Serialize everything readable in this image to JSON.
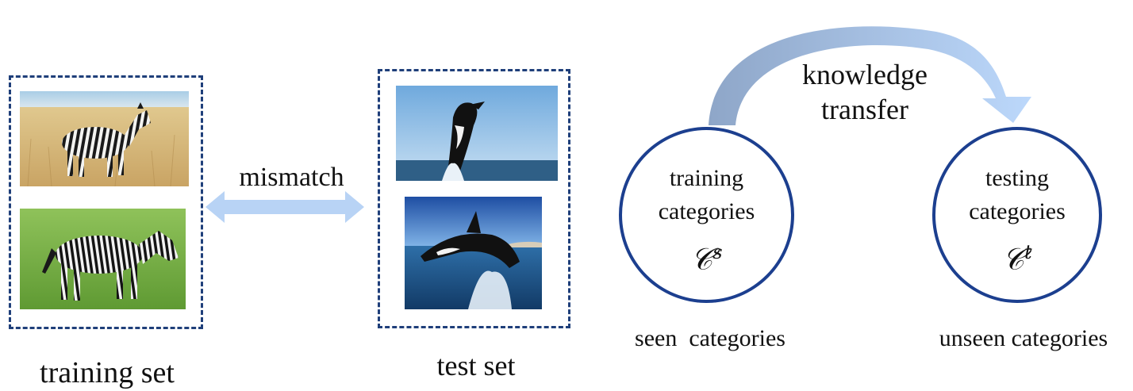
{
  "training_set": {
    "label": "training set",
    "images": [
      "zebra-photo-grassland",
      "zebra-photo-green-field"
    ]
  },
  "test_set": {
    "label": "test set",
    "images": [
      "orca-photo-breaching",
      "orca-photo-jumping"
    ]
  },
  "mismatch_label": "mismatch",
  "knowledge_transfer": {
    "line1": "knowledge",
    "line2": "transfer"
  },
  "seen": {
    "circle_line1": "training",
    "circle_line2": "categories",
    "symbol": "𝒞",
    "superscript": "s",
    "caption": "seen  categories"
  },
  "unseen": {
    "circle_line1": "testing",
    "circle_line2": "categories",
    "symbol": "𝒞",
    "superscript": "t",
    "caption": "unseen categories"
  },
  "colors": {
    "dashed_border": "#1f3f7a",
    "circle_border": "#1c3f8f",
    "arrow_light": "#b8d3f5",
    "arc_start": "#8ea6c8",
    "arc_end": "#bcd8fb"
  }
}
